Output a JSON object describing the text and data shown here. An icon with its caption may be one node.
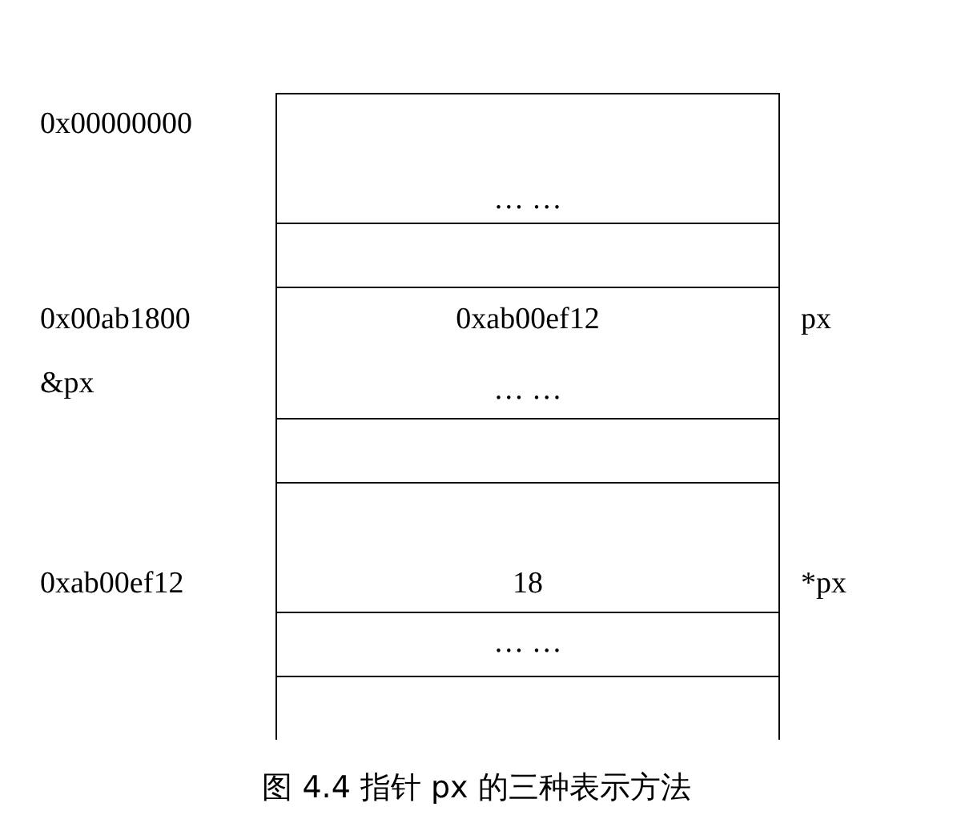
{
  "diagram": {
    "caption": "图 4.4 指针 px 的三种表示方法",
    "nodes": [
      {
        "text": [
          "… …"
        ]
      },
      {
        "text": [],
        "shape": "box"
      },
      {
        "text": [
          "0xab00ef12",
          "… …"
        ]
      },
      {
        "text": [],
        "shape": "box"
      },
      {
        "text": [
          "18"
        ]
      },
      {
        "text": [
          "… …"
        ]
      },
      {
        "text": [],
        "shape": "box"
      }
    ],
    "edges": [],
    "labels": [
      "0x00000000",
      "0x00ab1800",
      "px",
      "&px",
      "0xab00ef12",
      "*px"
    ]
  }
}
